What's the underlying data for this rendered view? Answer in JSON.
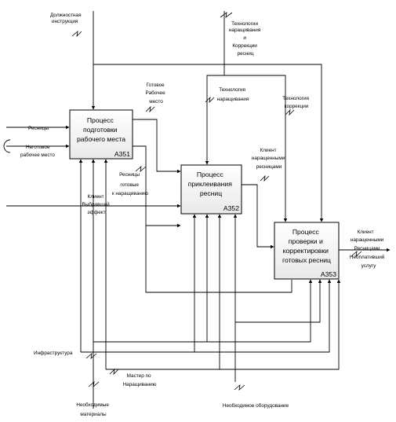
{
  "boxes": [
    {
      "id": "A351",
      "lines": [
        "Процесс",
        "подготовки",
        "рабочего места"
      ]
    },
    {
      "id": "A352",
      "lines": [
        "Процесс",
        "приклеивания",
        "ресниц"
      ]
    },
    {
      "id": "A353",
      "lines": [
        "Процесс",
        "проверки и",
        "корректировки",
        "готовых ресниц"
      ]
    }
  ],
  "labels": {
    "instr": [
      "Должностная",
      "инструкция"
    ],
    "techAll": [
      "Технологии",
      "наращивания",
      "и",
      "Коррекции",
      "ресниц"
    ],
    "techNar": [
      "Технология",
      "наращивания"
    ],
    "techCor": [
      "Технология",
      "коррекции"
    ],
    "gotovoe": [
      "Готовое",
      "Рабочее",
      "место"
    ],
    "resnicy_in": [
      "Ресницы"
    ],
    "negotovoe": [
      "Неготовое",
      "рабочее место"
    ],
    "resnicy_gotovye": [
      "Ресницы",
      "готовые",
      "к наращиванию"
    ],
    "klient_effect": [
      "Клиент",
      "Выбравший",
      "эффект"
    ],
    "klient_nar": [
      "Клиент",
      "наращенными",
      "ресницами"
    ],
    "output": [
      "Клиент",
      "наращенными",
      "Ресницами",
      "Неоплативший",
      "услугу"
    ],
    "infra": [
      "Инфраструктура"
    ],
    "master": [
      "Мастер по",
      "Наращиванию"
    ],
    "materials": [
      "Необходимые",
      "материалы"
    ],
    "equipment": [
      "Необходимое оборудование"
    ]
  }
}
